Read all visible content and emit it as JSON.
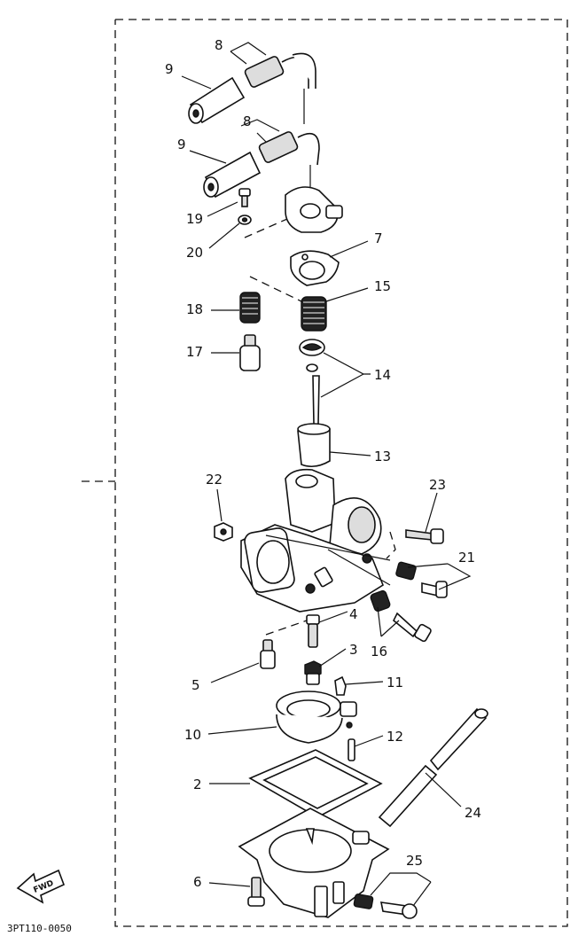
{
  "diagram": {
    "code": "3PT110-0050",
    "direction_label": "FWD",
    "callouts": [
      {
        "id": "8a",
        "text": "8"
      },
      {
        "id": "9a",
        "text": "9"
      },
      {
        "id": "8b",
        "text": "8"
      },
      {
        "id": "9b",
        "text": "9"
      },
      {
        "id": "19",
        "text": "19"
      },
      {
        "id": "20",
        "text": "20"
      },
      {
        "id": "7",
        "text": "7"
      },
      {
        "id": "15",
        "text": "15"
      },
      {
        "id": "18",
        "text": "18"
      },
      {
        "id": "17",
        "text": "17"
      },
      {
        "id": "14",
        "text": "14"
      },
      {
        "id": "13",
        "text": "13"
      },
      {
        "id": "22",
        "text": "22"
      },
      {
        "id": "23",
        "text": "23"
      },
      {
        "id": "21",
        "text": "21"
      },
      {
        "id": "4",
        "text": "4"
      },
      {
        "id": "16",
        "text": "16"
      },
      {
        "id": "3",
        "text": "3"
      },
      {
        "id": "5",
        "text": "5"
      },
      {
        "id": "11",
        "text": "11"
      },
      {
        "id": "10",
        "text": "10"
      },
      {
        "id": "12",
        "text": "12"
      },
      {
        "id": "2",
        "text": "2"
      },
      {
        "id": "24",
        "text": "24"
      },
      {
        "id": "25",
        "text": "25"
      },
      {
        "id": "6",
        "text": "6"
      }
    ]
  }
}
